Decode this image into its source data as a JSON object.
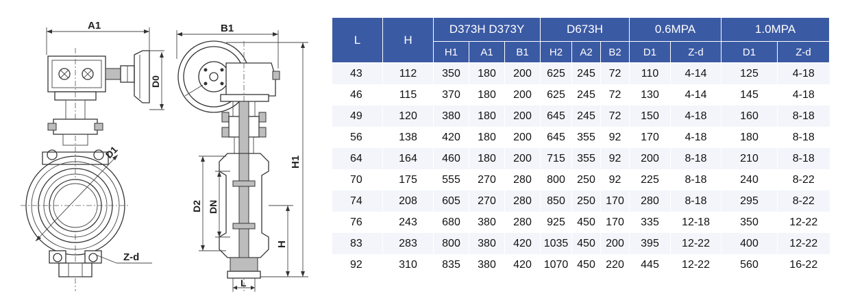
{
  "drawing": {
    "labels": {
      "A1": "A1",
      "B1": "B1",
      "D0": "D0",
      "D1": "D1",
      "H1": "H1",
      "D2": "D2",
      "DN": "DN",
      "H": "H",
      "Zd": "Z-d",
      "L": "L"
    }
  },
  "table": {
    "header_top": [
      {
        "label": "L"
      },
      {
        "label": "H"
      },
      {
        "label": "D373H D373Y"
      },
      {
        "label": "D673H"
      },
      {
        "label": "0.6MPA"
      },
      {
        "label": "1.0MPA"
      }
    ],
    "header_sub": [
      "H1",
      "A1",
      "B1",
      "H2",
      "A2",
      "B2",
      "D1",
      "Z-d",
      "D1",
      "Z-d"
    ],
    "rows": [
      [
        "43",
        "112",
        "350",
        "180",
        "200",
        "625",
        "245",
        "72",
        "110",
        "4-14",
        "125",
        "4-18"
      ],
      [
        "46",
        "115",
        "370",
        "180",
        "200",
        "625",
        "245",
        "72",
        "130",
        "4-14",
        "145",
        "4-18"
      ],
      [
        "49",
        "120",
        "380",
        "180",
        "200",
        "645",
        "245",
        "72",
        "150",
        "4-18",
        "160",
        "8-18"
      ],
      [
        "56",
        "138",
        "420",
        "180",
        "200",
        "645",
        "355",
        "92",
        "170",
        "4-18",
        "180",
        "8-18"
      ],
      [
        "64",
        "164",
        "460",
        "180",
        "200",
        "715",
        "355",
        "92",
        "200",
        "8-18",
        "210",
        "8-18"
      ],
      [
        "70",
        "175",
        "555",
        "270",
        "280",
        "800",
        "250",
        "92",
        "225",
        "8-18",
        "240",
        "8-22"
      ],
      [
        "74",
        "208",
        "605",
        "270",
        "280",
        "850",
        "250",
        "170",
        "280",
        "8-18",
        "295",
        "8-22"
      ],
      [
        "76",
        "243",
        "680",
        "380",
        "280",
        "925",
        "450",
        "170",
        "335",
        "12-18",
        "350",
        "12-22"
      ],
      [
        "83",
        "283",
        "800",
        "380",
        "420",
        "1035",
        "450",
        "200",
        "395",
        "12-22",
        "400",
        "12-22"
      ],
      [
        "92",
        "310",
        "835",
        "380",
        "420",
        "1070",
        "450",
        "220",
        "445",
        "12-22",
        "560",
        "16-22"
      ]
    ]
  }
}
